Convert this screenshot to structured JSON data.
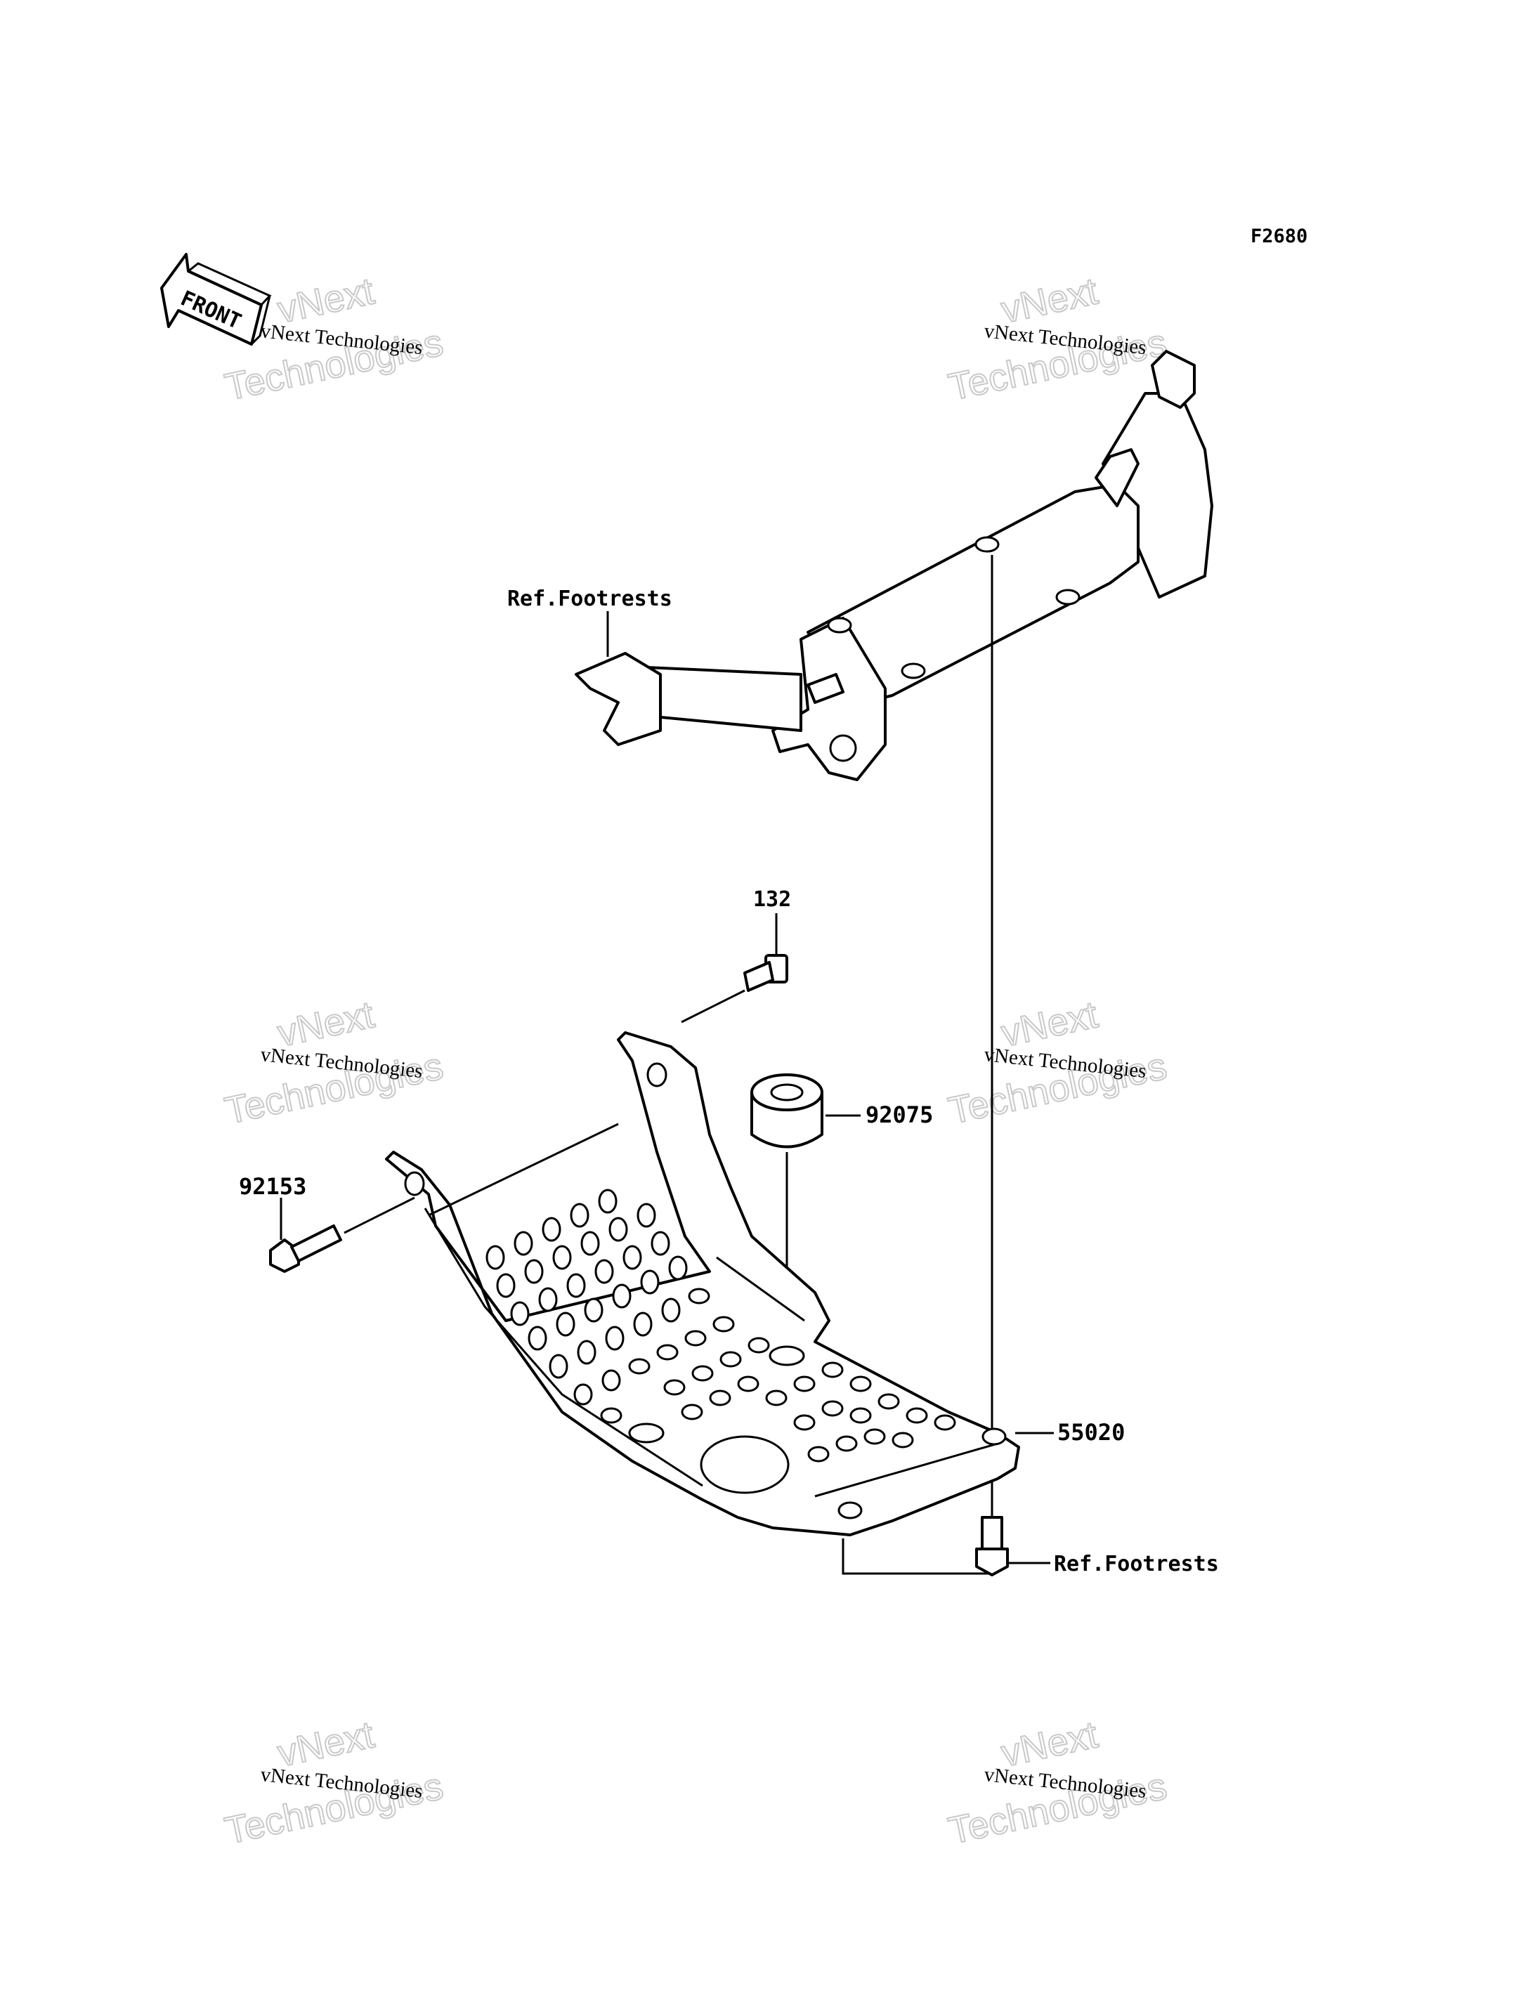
{
  "diagram_code": "F2680",
  "front_label": "FRONT",
  "watermark": {
    "line_small": "vNext Technologies",
    "line_big_1": "vNext",
    "line_big_2": "Technologies"
  },
  "callouts": {
    "ref_footrests_top": "Ref.Footrests",
    "part_132": "132",
    "part_92075": "92075",
    "part_92153": "92153",
    "part_55020": "55020",
    "ref_footrests_bottom": "Ref.Footrests"
  }
}
